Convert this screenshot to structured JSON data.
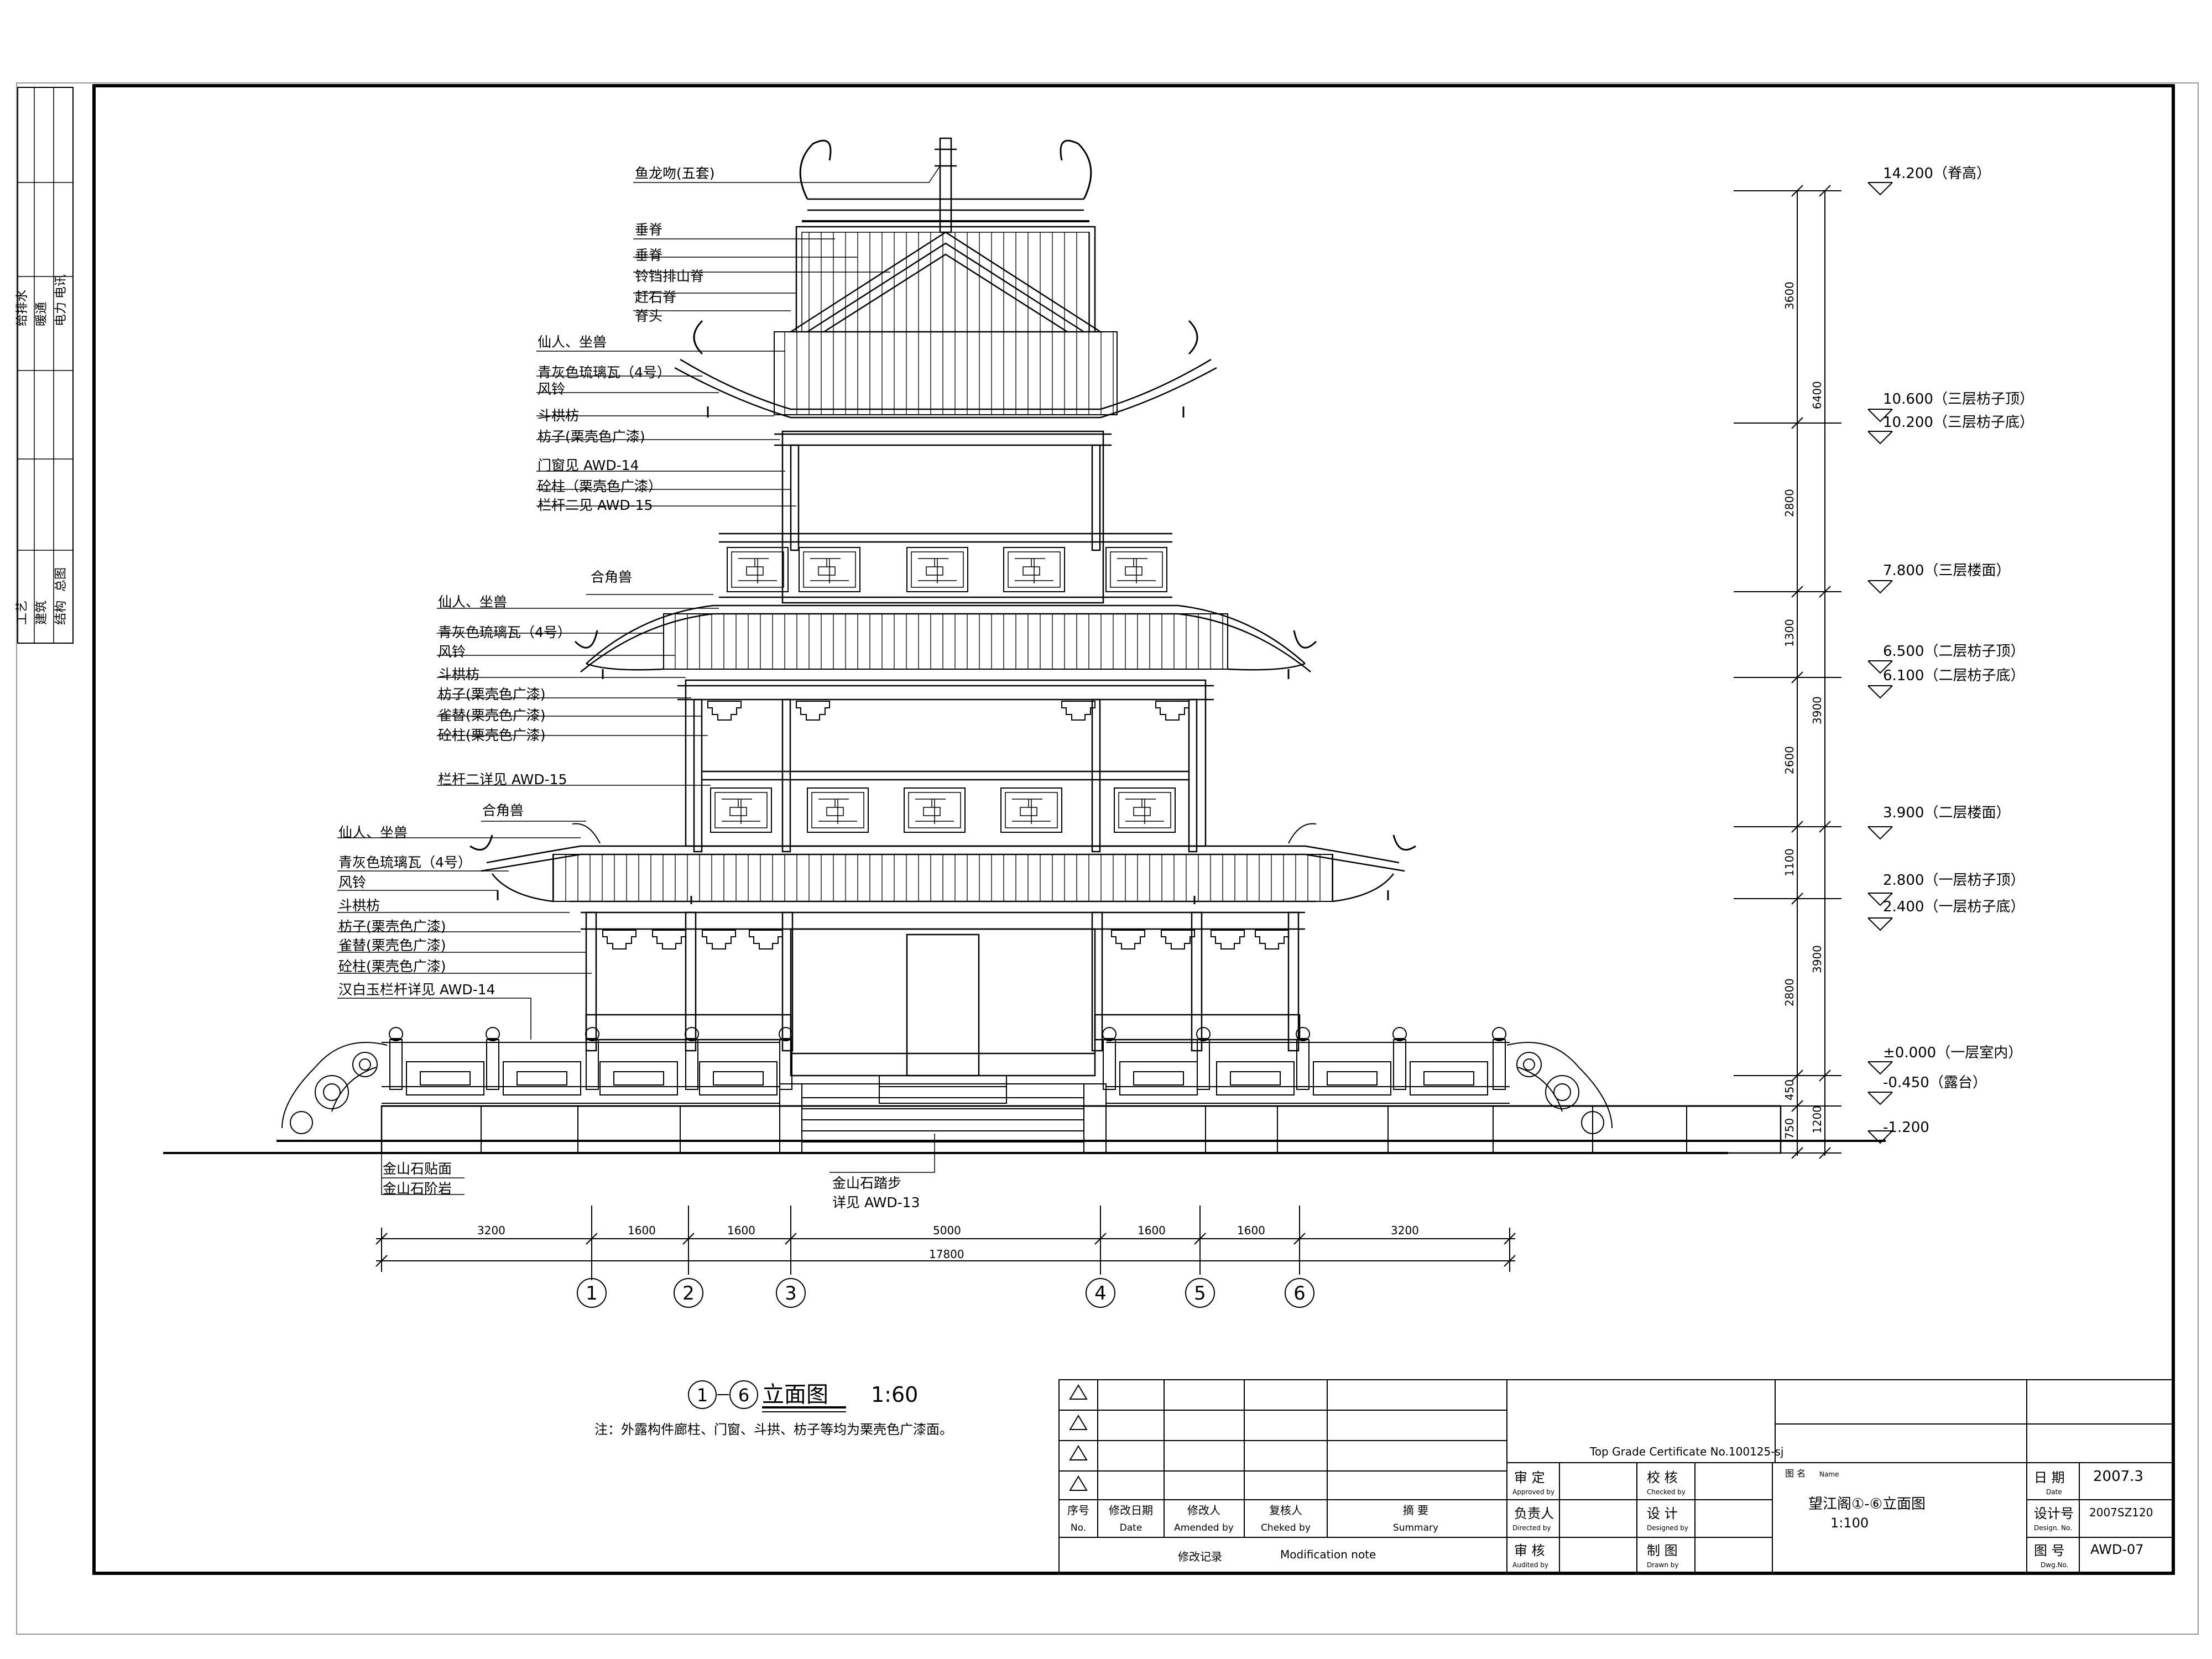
{
  "margin_block": {
    "group1": [
      "给排水",
      "暖通",
      "电力",
      "电讯"
    ],
    "group2": [
      "工艺",
      "建筑",
      "结构",
      "总图"
    ]
  },
  "callouts": [
    "鱼龙吻(五套)",
    "垂脊",
    "垂脊",
    "铃铛排山脊",
    "赶石脊",
    "脊头",
    "仙人、坐兽",
    "青灰色琉璃瓦（4号）",
    "风铃",
    "斗栱枋",
    "枋子(栗壳色广漆)",
    "门窗见  AWD-14",
    "砼柱（栗壳色广漆）",
    "栏杆二见  AWD-15",
    "合角兽",
    "仙人、坐兽",
    "青灰色琉璃瓦（4号）",
    "风铃",
    "斗栱枋",
    "枋子(栗壳色广漆)",
    "雀替(栗壳色广漆)",
    "砼柱(栗壳色广漆)",
    "栏杆二详见  AWD-15",
    "合角兽",
    "仙人、坐兽",
    "青灰色琉璃瓦（4号）",
    "风铃",
    "斗栱枋",
    "枋子(栗壳色广漆)",
    "雀替(栗壳色广漆)",
    "砼柱(栗壳色广漆)",
    "汉白玉栏杆详见 AWD-14"
  ],
  "base_notes": [
    "金山石贴面",
    "金山石阶岩"
  ],
  "steps_note": [
    "金山石踏步",
    "详见 AWD-13"
  ],
  "elevations": [
    {
      "value": "14.200",
      "desc": "（脊高）"
    },
    {
      "value": "10.600",
      "desc": "（三层枋子顶）"
    },
    {
      "value": "10.200",
      "desc": "（三层枋子底）"
    },
    {
      "value": "7.800",
      "desc": "（三层楼面）"
    },
    {
      "value": "6.500",
      "desc": "（二层枋子顶）"
    },
    {
      "value": "6.100",
      "desc": "（二层枋子底）"
    },
    {
      "value": "3.900",
      "desc": "（二层楼面）"
    },
    {
      "value": "2.800",
      "desc": "（一层枋子顶）"
    },
    {
      "value": "2.400",
      "desc": "（一层枋子底）"
    },
    {
      "value": "±0.000",
      "desc": "（一层室内）"
    },
    {
      "value": "-0.450",
      "desc": "（露台）"
    },
    {
      "value": "-1.200",
      "desc": ""
    }
  ],
  "vertical_dims": {
    "outer": [
      "3600",
      "6400",
      "2800",
      "1300",
      "3900",
      "2600",
      "1100",
      "3900",
      "2800",
      "450",
      "750"
    ],
    "inner": [
      "1200"
    ]
  },
  "horizontal_dims": {
    "segments": [
      "3200",
      "1600",
      "1600",
      "5000",
      "1600",
      "1600",
      "3200"
    ],
    "total": "17800"
  },
  "axes": [
    "1",
    "2",
    "3",
    "4",
    "5",
    "6"
  ],
  "drawing_title": {
    "from": "1",
    "to": "6",
    "name": "立面图",
    "scale": "1:60"
  },
  "note": "注：外露构件廊柱、门窗、斗拱、枋子等均为栗壳色广漆面。",
  "revision_table": {
    "header": [
      "序号",
      "No.",
      "修改日期",
      "Date",
      "修改人",
      "Amended by",
      "复核人",
      "Cheked by",
      "摘    要",
      "Summary"
    ],
    "footer_cn": "修改记录",
    "footer_en": "Modification note"
  },
  "title_block": {
    "certificate": "Top Grade Certificate No.100125-sj",
    "approved_cn": "审  定",
    "approved_en": "Approved by",
    "directed_cn": "负责人",
    "directed_en": "Directed by",
    "audited_cn": "审  核",
    "audited_en": "Audited by",
    "checked_cn": "校  核",
    "checked_en": "Checked by",
    "designed_cn": "设  计",
    "designed_en": "Designed by",
    "drawn_cn": "制  图",
    "drawn_en": "Drawn by",
    "name_label_cn": "图 名",
    "name_label_en": "Name",
    "drawing_name": "望江阁①-⑥立面图",
    "drawing_scale": "1:100",
    "date_label_cn": "日  期",
    "date_label_en": "Date",
    "date": "2007.3",
    "design_no_label_cn": "设计号",
    "design_no_label_en": "Design. No.",
    "design_no": "2007SZ120",
    "dwg_no_label_cn": "图  号",
    "dwg_no_label_en": "Dwg.No.",
    "dwg_no": "AWD-07"
  }
}
